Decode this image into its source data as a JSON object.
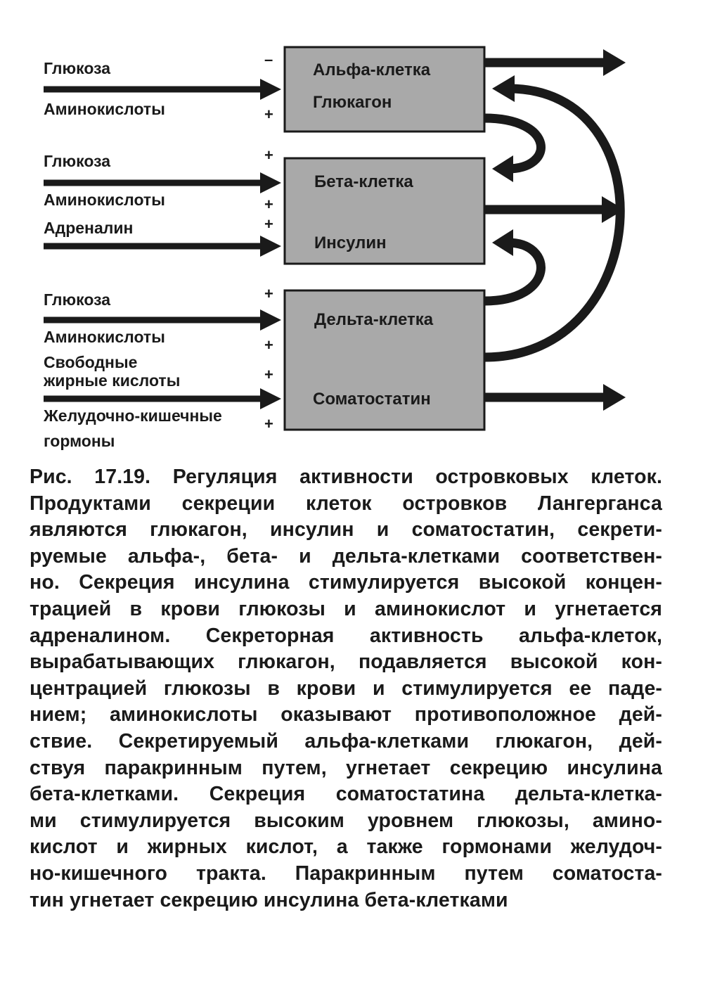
{
  "cells": [
    {
      "name": "Альфа-клетка",
      "hormone": "Глюкагон",
      "inputs": [
        {
          "label": "Глюкоза",
          "sign": "–"
        },
        {
          "label": "Аминокислоты",
          "sign": "+"
        }
      ]
    },
    {
      "name": "Бета-клетка",
      "hormone": "Инсулин",
      "inputs": [
        {
          "label": "Глюкоза",
          "sign": "+"
        },
        {
          "label": "Аминокислоты",
          "sign": "+"
        },
        {
          "label": "Адреналин",
          "sign": "+"
        }
      ]
    },
    {
      "name": "Дельта-клетка",
      "hormone": "Соматостатин",
      "inputs": [
        {
          "label": "Глюкоза",
          "sign": "+"
        },
        {
          "label": "Аминокислоты",
          "sign": "+"
        },
        {
          "label_lines": [
            "Свободные",
            "жирные кислоты"
          ],
          "sign": "+"
        },
        {
          "label_lines": [
            "Желудочно-кишечные",
            "гормоны"
          ],
          "sign": "+"
        }
      ]
    }
  ],
  "caption": {
    "number": "Рис. 17.19.",
    "lines": [
      "Регуляция активности островковых клеток.",
      "Продуктами секреции клеток островков Лангерганса",
      "являются глюкагон, инсулин и соматостатин, секрети-",
      "руемые альфа-, бета- и дельта-клетками соответствен-",
      "но. Секреция инсулина стимулируется высокой концен-",
      "трацией в крови глюкозы и аминокислот и угнетается",
      "адреналином. Секреторная активность альфа-клеток,",
      "вырабатывающих глюкагон, подавляется высокой кон-",
      "центрацией глюкозы в крови и стимулируется ее паде-",
      "нием; аминокислоты оказывают противоположное дей-",
      "ствие. Секретируемый альфа-клетками глюкагон, дей-",
      "ствуя паракринным путем, угнетает секрецию инсулина",
      "бета-клетками. Секреция соматостатина дельта-клетка-",
      "ми стимулируется высоким уровнем глюкозы, амино-",
      "кислот и жирных кислот, а также гормонами желудоч-",
      "но-кишечного тракта. Паракринным путем соматоста-",
      "тин угнетает секрецию инсулина бета-клетками"
    ]
  }
}
